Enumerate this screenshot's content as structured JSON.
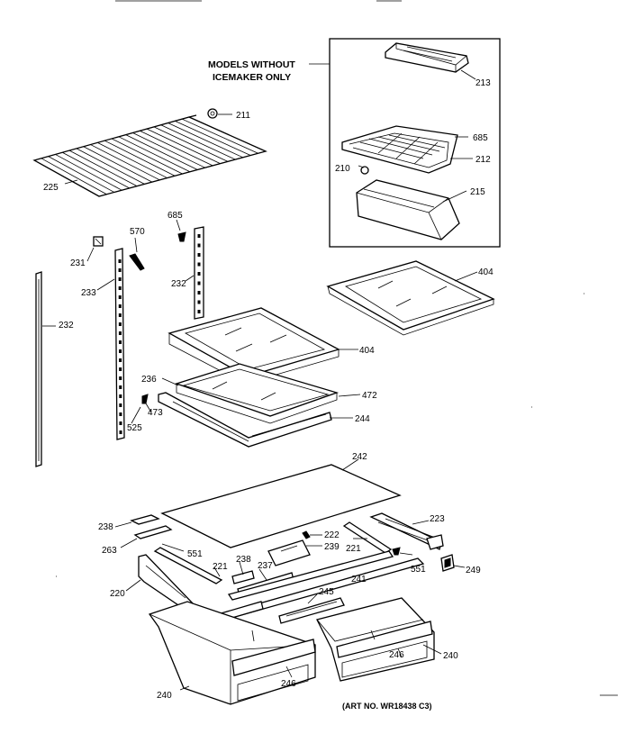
{
  "inset": {
    "note_line1": "MODELS WITHOUT",
    "note_line2": "ICEMAKER ONLY"
  },
  "art_number": "(ART NO. WR18438 C3)",
  "labels": [
    {
      "id": "211",
      "text": "211"
    },
    {
      "id": "213",
      "text": "213"
    },
    {
      "id": "685a",
      "text": "685"
    },
    {
      "id": "212",
      "text": "212"
    },
    {
      "id": "210",
      "text": "210"
    },
    {
      "id": "215",
      "text": "215"
    },
    {
      "id": "225",
      "text": "225"
    },
    {
      "id": "685b",
      "text": "685"
    },
    {
      "id": "570",
      "text": "570"
    },
    {
      "id": "231",
      "text": "231"
    },
    {
      "id": "233",
      "text": "233"
    },
    {
      "id": "232a",
      "text": "232"
    },
    {
      "id": "232b",
      "text": "232"
    },
    {
      "id": "404a",
      "text": "404"
    },
    {
      "id": "404b",
      "text": "404"
    },
    {
      "id": "236",
      "text": "236"
    },
    {
      "id": "472",
      "text": "472"
    },
    {
      "id": "473",
      "text": "473"
    },
    {
      "id": "525",
      "text": "525"
    },
    {
      "id": "244",
      "text": "244"
    },
    {
      "id": "242",
      "text": "242"
    },
    {
      "id": "238a",
      "text": "238"
    },
    {
      "id": "223",
      "text": "223"
    },
    {
      "id": "263",
      "text": "263"
    },
    {
      "id": "222",
      "text": "222"
    },
    {
      "id": "239",
      "text": "239"
    },
    {
      "id": "221a",
      "text": "221"
    },
    {
      "id": "551a",
      "text": "551"
    },
    {
      "id": "238b",
      "text": "238"
    },
    {
      "id": "237",
      "text": "237"
    },
    {
      "id": "221b",
      "text": "221"
    },
    {
      "id": "551b",
      "text": "551"
    },
    {
      "id": "249",
      "text": "249"
    },
    {
      "id": "241",
      "text": "241"
    },
    {
      "id": "220",
      "text": "220"
    },
    {
      "id": "245",
      "text": "245"
    },
    {
      "id": "246a",
      "text": "246"
    },
    {
      "id": "246b",
      "text": "246"
    },
    {
      "id": "240a",
      "text": "240"
    },
    {
      "id": "240b",
      "text": "240"
    }
  ]
}
